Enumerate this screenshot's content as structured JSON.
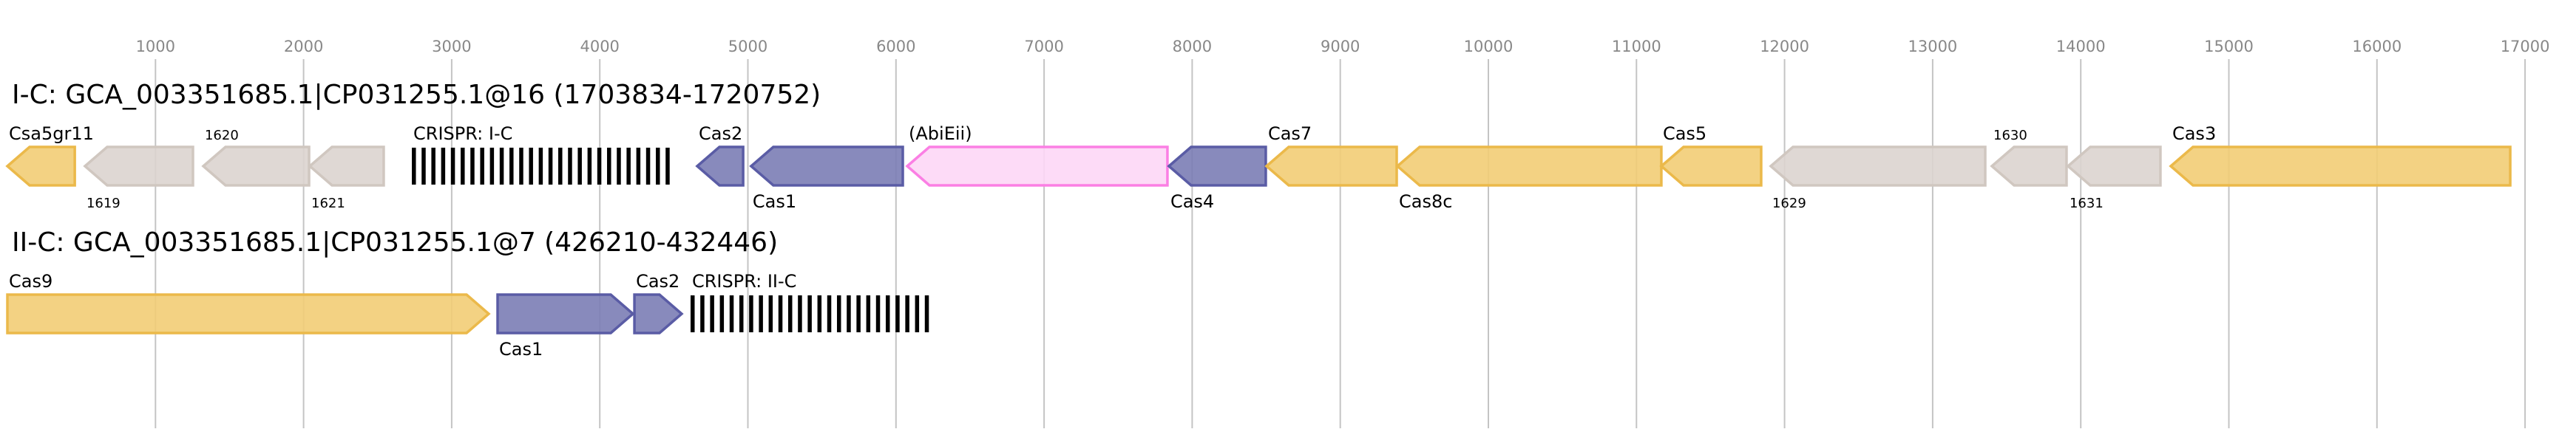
{
  "axis": {
    "ticks": [
      1000,
      2000,
      3000,
      4000,
      5000,
      6000,
      7000,
      8000,
      9000,
      10000,
      11000,
      12000,
      13000,
      14000,
      15000,
      16000,
      17000
    ]
  },
  "colors": {
    "yellow": {
      "fill": "#f2cd75",
      "stroke": "#ebb94a"
    },
    "gray": {
      "fill": "#dbd4cf",
      "stroke": "#d0c7c0"
    },
    "blue": {
      "fill": "#7b7db5",
      "stroke": "#5a5ca5"
    },
    "pink": {
      "fill": "#fdd7f6",
      "stroke": "#fb7fe4"
    },
    "grid": "#c4c4c4"
  },
  "loci": [
    {
      "title": "I-C: GCA_003351685.1|CP031255.1@16 (1703834-1720752)",
      "features": [
        {
          "label": "Csa5gr11",
          "start": 0,
          "end": 455,
          "strand": "-",
          "color": "yellow",
          "pos": "above",
          "small": false
        },
        {
          "label": "1619",
          "start": 524,
          "end": 1253,
          "strand": "-",
          "color": "gray",
          "pos": "below",
          "small": true
        },
        {
          "label": "1620",
          "start": 1323,
          "end": 2037,
          "strand": "-",
          "color": "gray",
          "pos": "above",
          "small": true
        },
        {
          "label": "1621",
          "start": 2042,
          "end": 2541,
          "strand": "-",
          "color": "gray",
          "pos": "below",
          "small": true
        },
        {
          "label": "CRISPR: I-C",
          "start": 2731,
          "end": 4478,
          "type": "crispr",
          "pos": "above",
          "small": false
        },
        {
          "label": "Cas2",
          "start": 4658,
          "end": 4968,
          "strand": "-",
          "color": "blue",
          "pos": "above",
          "small": false
        },
        {
          "label": "Cas1",
          "start": 5022,
          "end": 6046,
          "strand": "-",
          "color": "blue",
          "pos": "below",
          "small": false
        },
        {
          "label": "(AbiEii)",
          "start": 6076,
          "end": 7833,
          "strand": "-",
          "color": "pink",
          "pos": "above",
          "small": false
        },
        {
          "label": "Cas4",
          "start": 7843,
          "end": 8497,
          "strand": "-",
          "color": "blue",
          "pos": "below",
          "small": false
        },
        {
          "label": "Cas7",
          "start": 8502,
          "end": 9381,
          "strand": "-",
          "color": "yellow",
          "pos": "above",
          "small": false
        },
        {
          "label": "Cas8c",
          "start": 9386,
          "end": 11168,
          "strand": "-",
          "color": "yellow",
          "pos": "below",
          "small": false
        },
        {
          "label": "Cas5",
          "start": 11168,
          "end": 11842,
          "strand": "-",
          "color": "yellow",
          "pos": "above",
          "small": false
        },
        {
          "label": "1629",
          "start": 11907,
          "end": 13355,
          "strand": "-",
          "color": "gray",
          "pos": "below",
          "small": true
        },
        {
          "label": "1630",
          "start": 13400,
          "end": 13904,
          "strand": "-",
          "color": "gray",
          "pos": "above",
          "small": true
        },
        {
          "label": "1631",
          "start": 13914,
          "end": 14538,
          "strand": "-",
          "color": "gray",
          "pos": "below",
          "small": true
        },
        {
          "label": "Cas3",
          "start": 14608,
          "end": 16900,
          "strand": "-",
          "color": "yellow",
          "pos": "above",
          "small": false
        }
      ]
    },
    {
      "title": "II-C: GCA_003351685.1|CP031255.1@7 (426210-432446)",
      "features": [
        {
          "label": "Cas9",
          "start": 0,
          "end": 3250,
          "strand": "+",
          "color": "yellow",
          "pos": "above",
          "small": false
        },
        {
          "label": "Cas1",
          "start": 3310,
          "end": 4224,
          "strand": "+",
          "color": "blue",
          "pos": "below",
          "small": false
        },
        {
          "label": "Cas2",
          "start": 4234,
          "end": 4553,
          "strand": "+",
          "color": "blue",
          "pos": "above",
          "small": false
        },
        {
          "label": "CRISPR: II-C",
          "start": 4613,
          "end": 6226,
          "type": "crispr",
          "pos": "above",
          "small": false
        }
      ]
    }
  ]
}
